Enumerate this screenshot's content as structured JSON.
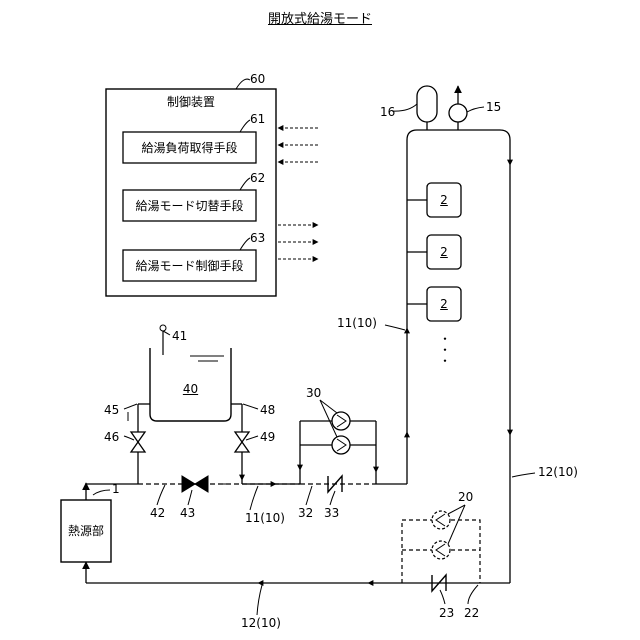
{
  "title": "開放式給湯モード",
  "controller": {
    "title": "制御装置",
    "ref": "60",
    "units": [
      {
        "label": "給湯負荷取得手段",
        "ref": "61"
      },
      {
        "label": "給湯モード切替手段",
        "ref": "62"
      },
      {
        "label": "給湯モード制御手段",
        "ref": "63"
      }
    ]
  },
  "heat_source": {
    "label": "熱源部",
    "ref": "1"
  },
  "tank": {
    "label": "40",
    "sensor_ref": "41",
    "left_pipe_ref": "45",
    "right_pipe_ref": "48"
  },
  "valves": {
    "left": "46",
    "right": "49",
    "bypass": "43"
  },
  "pipes": {
    "bypass": "42",
    "supply_bottom": "11(10)",
    "supply_riser": "11(10)",
    "return_right": "12(10)",
    "return_bottom": "12(10)"
  },
  "pumps": {
    "main": "30",
    "bypass_line": "32",
    "check_valve": "33",
    "return_pumps": "20",
    "return_check": "23",
    "return_bypass": "22"
  },
  "top": {
    "expansion_tank": "16",
    "air_vent": "15"
  },
  "units": [
    "2",
    "2",
    "2"
  ],
  "ellipsis": "・・・"
}
